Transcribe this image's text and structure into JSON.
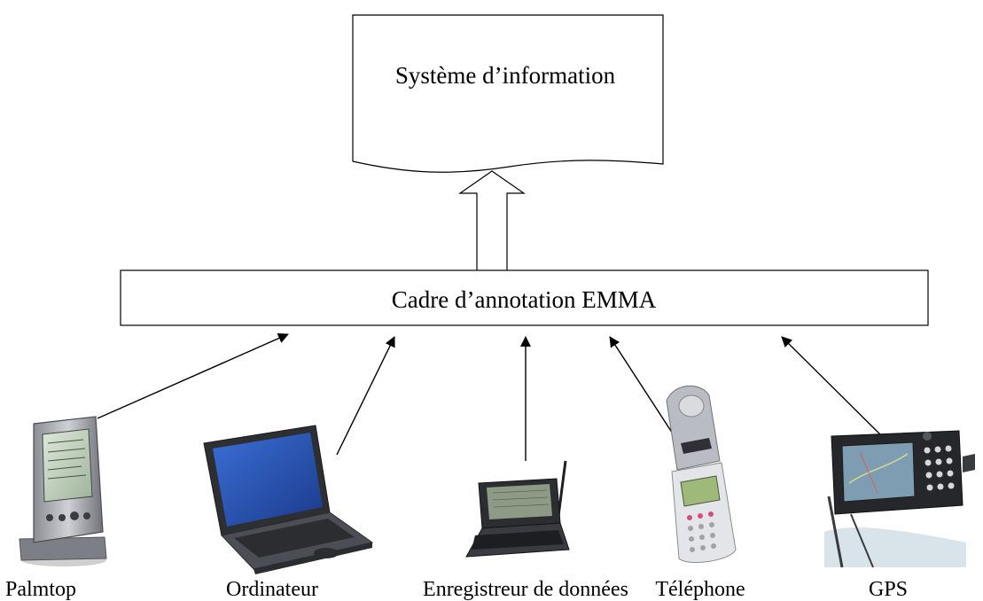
{
  "diagram": {
    "top_box_label": "Système d’information",
    "middle_box_label": "Cadre d’annotation EMMA",
    "devices": [
      {
        "label": "Palmtop",
        "icon": "palmtop-icon"
      },
      {
        "label": "Ordinateur",
        "icon": "laptop-icon"
      },
      {
        "label": "Enregistreur de données",
        "icon": "data-recorder-icon"
      },
      {
        "label": "Téléphone",
        "icon": "phone-icon"
      },
      {
        "label": "GPS",
        "icon": "gps-icon"
      }
    ]
  }
}
